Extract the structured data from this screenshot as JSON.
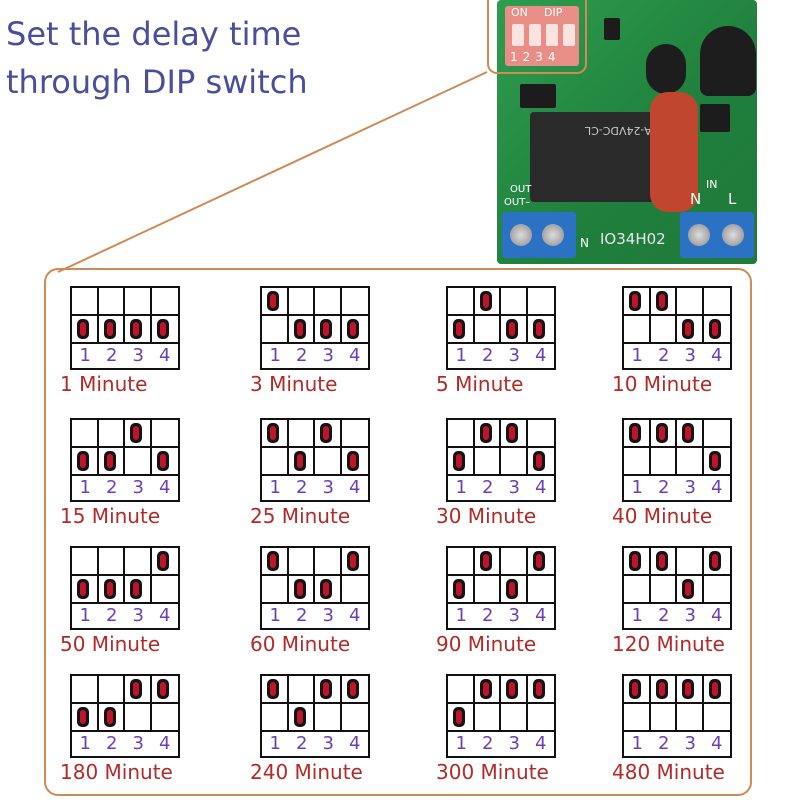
{
  "headline": {
    "line1": "Set the delay time",
    "line2": "through DIP switch"
  },
  "board": {
    "dip_on": "ON",
    "dip_label": "DIP",
    "dip_numbers": "1234",
    "relay_text": "SRA-24VDC-CL",
    "out_label": "OUT",
    "out_minus": "OUT–",
    "n_left": "N",
    "model": "IO34H02",
    "in_label": "IN",
    "n_right": "N",
    "l_label": "L"
  },
  "settings": [
    {
      "label": "1 Minute",
      "switches": [
        0,
        0,
        0,
        0
      ]
    },
    {
      "label": "3 Minute",
      "switches": [
        1,
        0,
        0,
        0
      ]
    },
    {
      "label": "5 Minute",
      "switches": [
        0,
        1,
        0,
        0
      ]
    },
    {
      "label": "10 Minute",
      "switches": [
        1,
        1,
        0,
        0
      ]
    },
    {
      "label": "15 Minute",
      "switches": [
        0,
        0,
        1,
        0
      ]
    },
    {
      "label": "25 Minute",
      "switches": [
        1,
        0,
        1,
        0
      ]
    },
    {
      "label": "30 Minute",
      "switches": [
        0,
        1,
        1,
        0
      ]
    },
    {
      "label": "40 Minute",
      "switches": [
        1,
        1,
        1,
        0
      ]
    },
    {
      "label": "50 Minute",
      "switches": [
        0,
        0,
        0,
        1
      ]
    },
    {
      "label": "60 Minute",
      "switches": [
        1,
        0,
        0,
        1
      ]
    },
    {
      "label": "90 Minute",
      "switches": [
        0,
        1,
        0,
        1
      ]
    },
    {
      "label": "120 Minute",
      "switches": [
        1,
        1,
        0,
        1
      ]
    },
    {
      "label": "180 Minute",
      "switches": [
        0,
        0,
        1,
        1
      ]
    },
    {
      "label": "240 Minute",
      "switches": [
        1,
        0,
        1,
        1
      ]
    },
    {
      "label": "300 Minute",
      "switches": [
        0,
        1,
        1,
        1
      ]
    },
    {
      "label": "480 Minute",
      "switches": [
        1,
        1,
        1,
        1
      ]
    }
  ],
  "switch_numbers": [
    "1",
    "2",
    "3",
    "4"
  ],
  "colors": {
    "headline": "#4a4e9c",
    "frame": "#d08a53",
    "label": "#b32a28",
    "numbers": "#6b3fb8",
    "knob": "#c0142a"
  }
}
